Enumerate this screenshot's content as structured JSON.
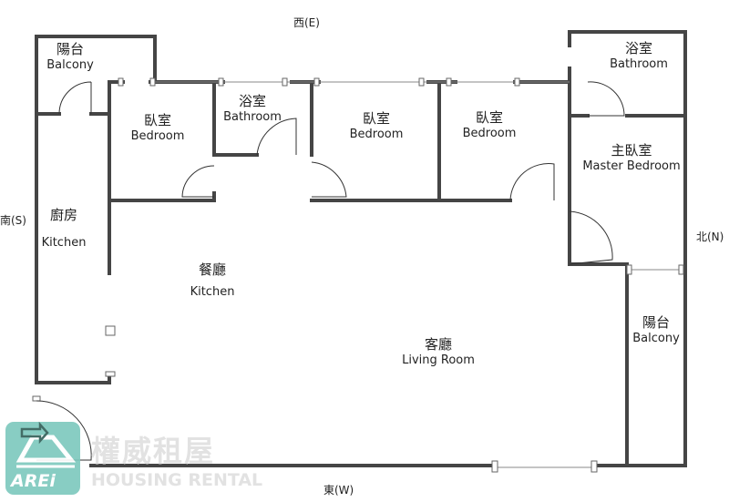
{
  "directions": {
    "top": "西(E)",
    "bottom": "東(W)",
    "left": "南(S)",
    "right": "北(N)"
  },
  "rooms": [
    {
      "zh": "陽台",
      "en": "Balcony"
    },
    {
      "zh": "臥室",
      "en": "Bedroom"
    },
    {
      "zh": "浴室",
      "en": "Bathroom"
    },
    {
      "zh": "臥室",
      "en": "Bedroom"
    },
    {
      "zh": "臥室",
      "en": "Bedroom"
    },
    {
      "zh": "浴室",
      "en": "Bathroom"
    },
    {
      "zh": "主臥室",
      "en": "Master Bedroom"
    },
    {
      "zh": "廚房",
      "en": "Kitchen"
    },
    {
      "zh": "餐廳",
      "en": "Kitchen"
    },
    {
      "zh": "客廳",
      "en": "Living Room"
    },
    {
      "zh": "陽台",
      "en": "Balcony"
    }
  ],
  "logo": {
    "mark": "AREi",
    "zh": "權威租屋",
    "en": "HOUSING RENTAL",
    "color": "#7cc8bd"
  }
}
